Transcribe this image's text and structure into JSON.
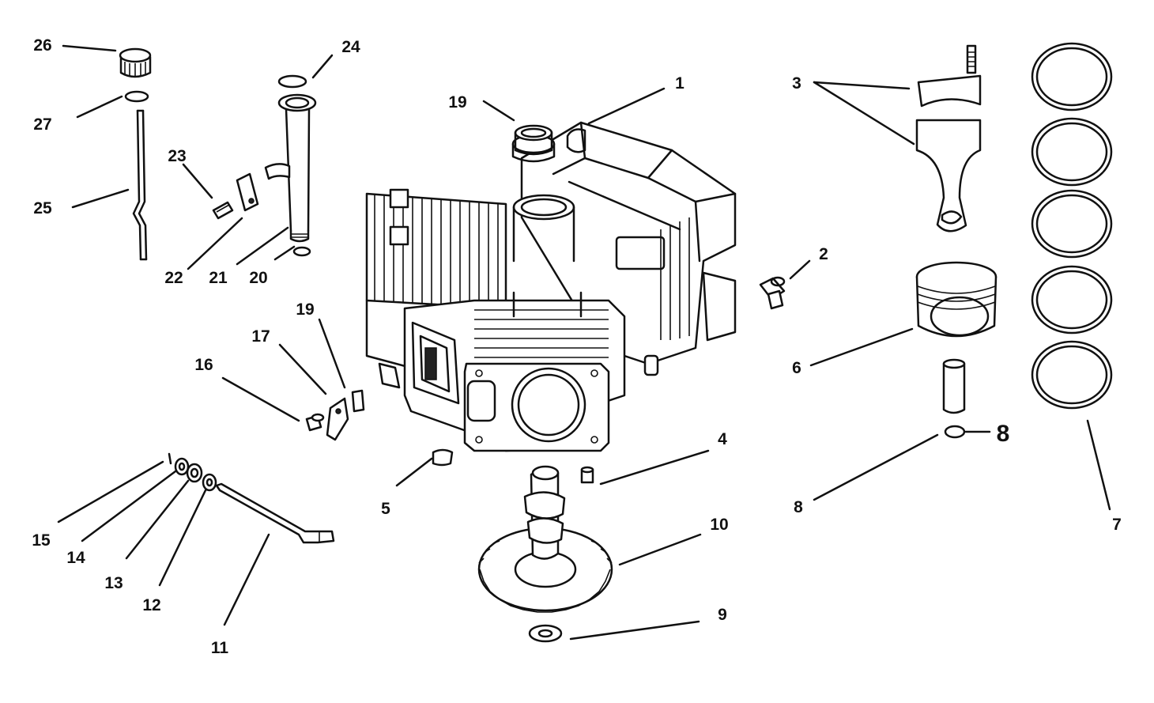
{
  "diagram": {
    "callouts": {
      "c1": "1",
      "c2": "2",
      "c3": "3",
      "c4": "4",
      "c5": "5",
      "c6": "6",
      "c7": "7",
      "c8": "8",
      "c8b": "8",
      "c9": "9",
      "c10": "10",
      "c11": "11",
      "c12": "12",
      "c13": "13",
      "c14": "14",
      "c15": "15",
      "c16": "16",
      "c17": "17",
      "c19a": "19",
      "c19b": "19",
      "c20": "20",
      "c21": "21",
      "c22": "22",
      "c23": "23",
      "c24": "24",
      "c25": "25",
      "c26": "26",
      "c27": "27"
    }
  }
}
